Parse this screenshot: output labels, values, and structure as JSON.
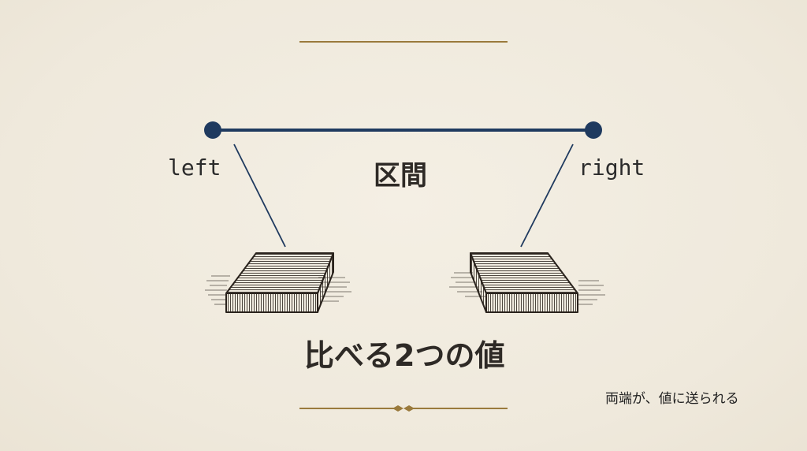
{
  "diagram": {
    "left_label": "left",
    "right_label": "right",
    "interval_label": "区間",
    "values_label": "比べる2つの値",
    "caption": "両端が、値に送られる"
  },
  "colors": {
    "background": "#f1ece0",
    "segment": "#1f3a5f",
    "ornament": "#9a7a3c",
    "ink": "#2e2a26"
  }
}
